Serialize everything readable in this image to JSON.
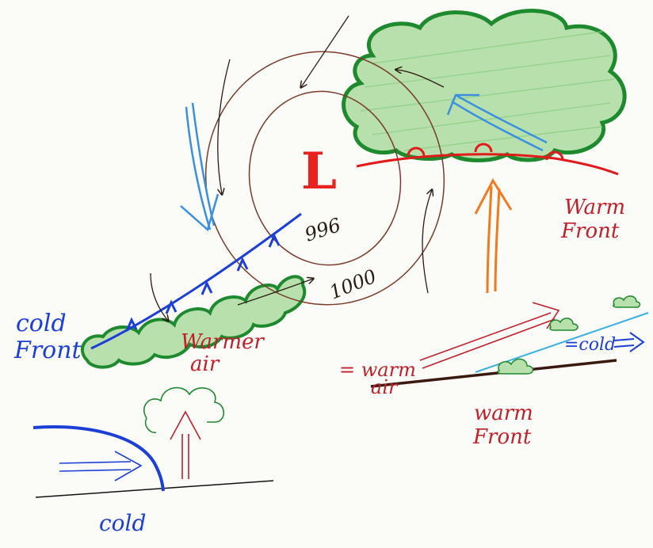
{
  "labels": {
    "low_symbol": "L",
    "isobar_inner": "996",
    "isobar_outer": "1000",
    "warm_front_line1": "Warm",
    "warm_front_line2": "Front",
    "cold_front_line1": "cold",
    "cold_front_line2": "Front",
    "warmer_line1": "Warmer",
    "warmer_line2": "air",
    "warm_air_line1": "= warm",
    "warm_air_line2": "air",
    "cold_flow": "=cold",
    "warm_front_xsec_line1": "warm",
    "warm_front_xsec_line2": "Front",
    "cold_xsec": "cold"
  },
  "colors": {
    "low": "#e8231f",
    "isobar": "#7a3b2a",
    "cloud_outline": "#1e8a2e",
    "cloud_fill": "#a8d9a0",
    "warm_front": "#e01b1b",
    "cold_front": "#1c3fd6",
    "blue_arrow": "#3b8fe0",
    "orange_arrow": "#f07a20",
    "cold_air_text": "#1c3fd6",
    "warm_air_text": "#c0202a",
    "ground": "#3a1a10"
  }
}
